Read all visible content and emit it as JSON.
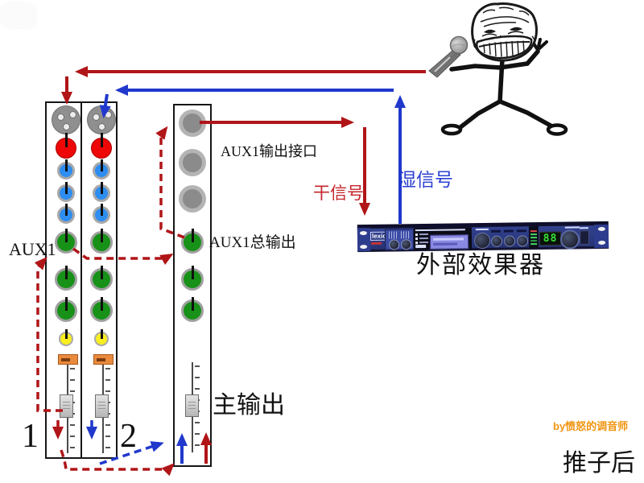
{
  "labels": {
    "aux1_send": "AUX1",
    "aux1_output_jack": "AUX1输出接口",
    "aux1_master_out": "AUX1总输出",
    "dry_signal": "干信号",
    "wet_signal": "湿信号",
    "effects_unit": "外部效果器",
    "main_output": "主输出",
    "channel_1": "1",
    "channel_2": "2",
    "post_fader": "推子后",
    "byline": "by愤怒的调音师"
  },
  "effects_rack": {
    "brand": "lexicon",
    "display_value": "88"
  },
  "colors": {
    "dry_wire_red": "#b01518",
    "wet_wire_blue": "#2038cc",
    "dry_label_red": "#c4252b",
    "wet_label_blue": "#2b3fd0",
    "byline_orange": "#f0940f",
    "rack_face_blue": "#33428f",
    "lcd_purple": "#8a8ae4",
    "seven_segment_green": "#3ae23a",
    "gain_knob_red": "#ee0707",
    "eq_knob_blue": "#2e8df0",
    "aux_knob_green": "#189118",
    "pan_knob_yellow": "#f8ee20",
    "mute_orange": "#ea8a3c"
  },
  "icons": {
    "xlr": "xlr-connector-icon",
    "knob": "rotary-knob-icon",
    "fader": "fader-slider-icon",
    "mic": "microphone-icon",
    "figure": "troll-stick-figure-icon"
  }
}
